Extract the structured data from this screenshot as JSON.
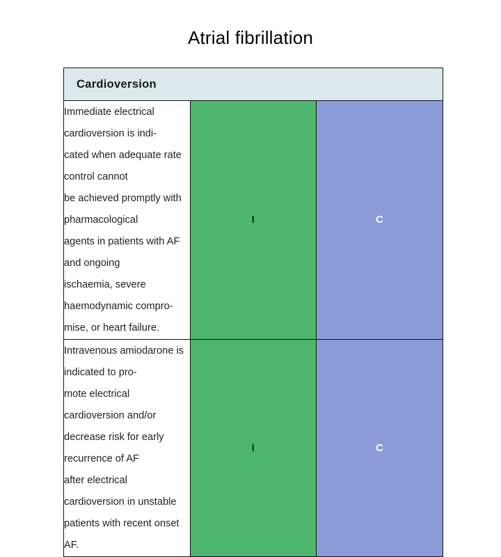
{
  "slide": {
    "title": "Atrial fibrillation",
    "background_color": "#ffffff"
  },
  "table": {
    "header": {
      "title": "Cardioversion",
      "background_color": "#dbe9ec",
      "text_color": "#1a1a1a"
    },
    "columns": [
      {
        "key": "recommendation",
        "header": "Cardioversion"
      },
      {
        "key": "class",
        "header": ""
      },
      {
        "key": "level",
        "header": ""
      }
    ],
    "rows": [
      {
        "recommendation": "Immediate electrical cardioversion is indi-\ncated when adequate rate control cannot\nbe achieved promptly with pharmacological\nagents in patients with AF and ongoing\nischaemia, severe haemodynamic compro-\nmise, or heart failure.",
        "class": "I",
        "level": "C",
        "class_color": "#4cb76c",
        "level_color": "#8a9bd8"
      },
      {
        "recommendation": "Intravenous amiodarone is indicated to pro-\nmote electrical cardioversion and/or\ndecrease risk for early recurrence of AF\nafter electrical cardioversion in unstable\npatients with recent onset AF.",
        "class": "I",
        "level": "C",
        "class_color": "#4cb76c",
        "level_color": "#8a9bd8"
      }
    ],
    "border_color": "#111111"
  }
}
